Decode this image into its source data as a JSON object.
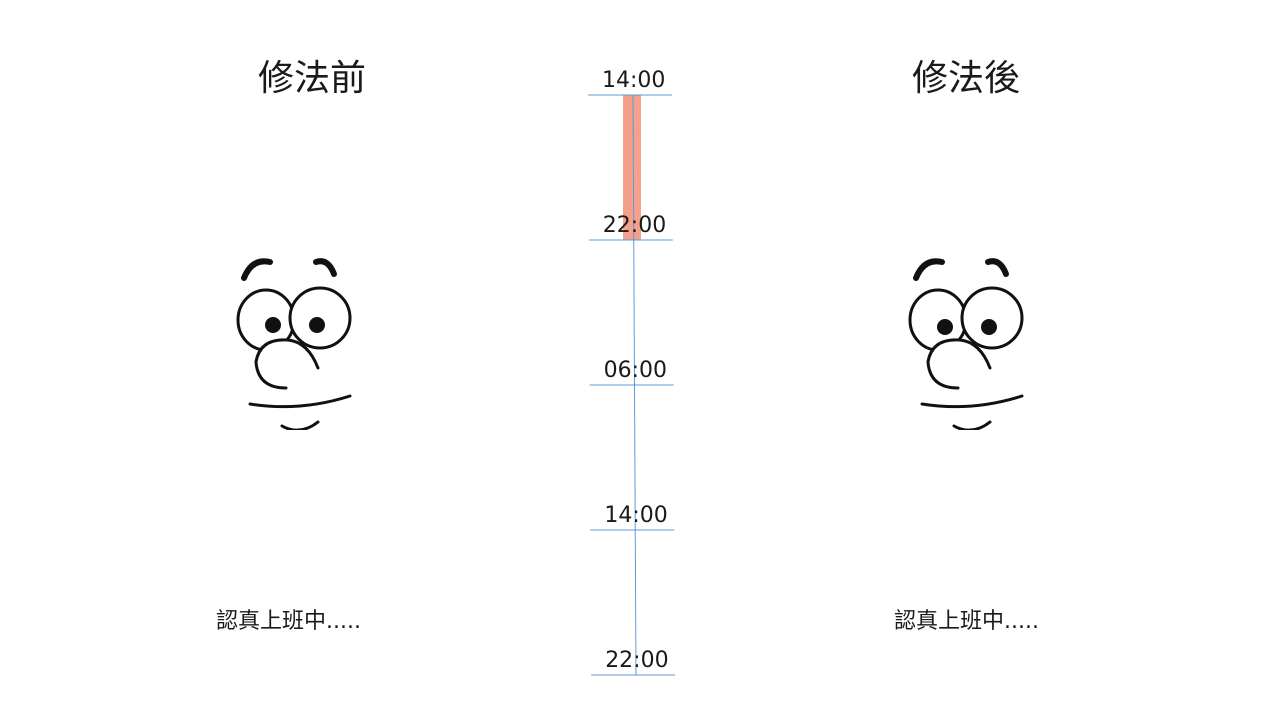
{
  "titles": {
    "before": "修法前",
    "after": "修法後"
  },
  "captions": {
    "before": "認真上班中.....",
    "after": "認真上班中....."
  },
  "timeline": {
    "ticks": [
      "14:00",
      "22:00",
      "06:00",
      "14:00",
      "22:00"
    ],
    "shift": {
      "start": "14:00",
      "end": "22:00",
      "color": "#f4a08a"
    },
    "line_color": "#5b9bd5"
  },
  "faces": {
    "before": "cartoon-face-icon",
    "after": "cartoon-face-icon"
  }
}
